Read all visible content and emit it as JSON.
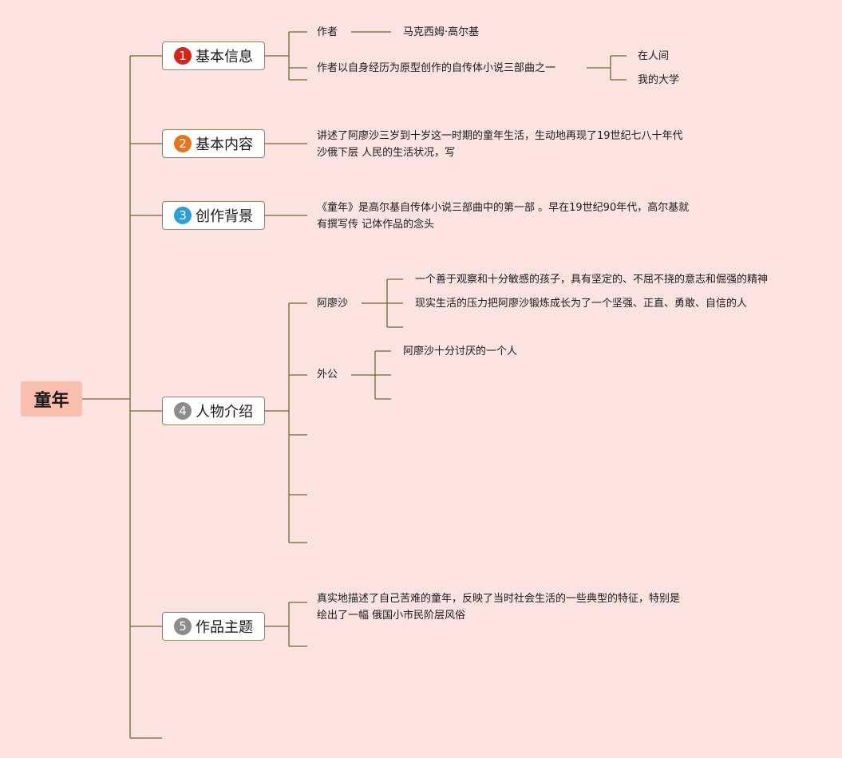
{
  "root": {
    "label": "童年"
  },
  "colors": {
    "line": "#6d6a2c",
    "badge_1": "#d9241c",
    "badge_2": "#e8731e",
    "badge_3": "#2b9fd9",
    "badge_4": "#8c8c8c",
    "badge_5": "#8c8c8c"
  },
  "branches": [
    {
      "num": "1",
      "label": "基本信息",
      "children": [
        {
          "text": "作者",
          "value": "马克西姆·高尔基"
        },
        {
          "text": "作者以自身经历为原型创作的自传体小说三部曲之一",
          "items": [
            "在人间",
            "我的大学"
          ]
        }
      ]
    },
    {
      "num": "2",
      "label": "基本内容",
      "text_lines": [
        "讲述了阿廖沙三岁到十岁这一时期的童年生活，生动地再现了19世纪七八十年代",
        "沙俄下层 人民的生活状况，写"
      ]
    },
    {
      "num": "3",
      "label": "创作背景",
      "text_lines": [
        "《童年》是高尔基自传体小说三部曲中的第一部 。早在19世纪90年代，高尔基就",
        "有撰写传 记体作品的念头"
      ]
    },
    {
      "num": "4",
      "label": "人物介绍",
      "characters": [
        {
          "name": "阿廖沙",
          "traits": [
            "一个善于观察和十分敏感的孩子，具有坚定的、不屈不挠的意志和倔强的精神",
            "现实生活的压力把阿廖沙锻炼成长为了一个坚强、正直、勇敢、自信的人"
          ]
        },
        {
          "name": "外公",
          "traits": [
            "阿廖沙十分讨厌的一个人"
          ]
        }
      ]
    },
    {
      "num": "5",
      "label": "作品主题",
      "text_lines": [
        "真实地描述了自己苦难的童年，反映了当时社会生活的一些典型的特征，特别是",
        "绘出了一幅 俄国小市民阶层风俗"
      ]
    }
  ]
}
